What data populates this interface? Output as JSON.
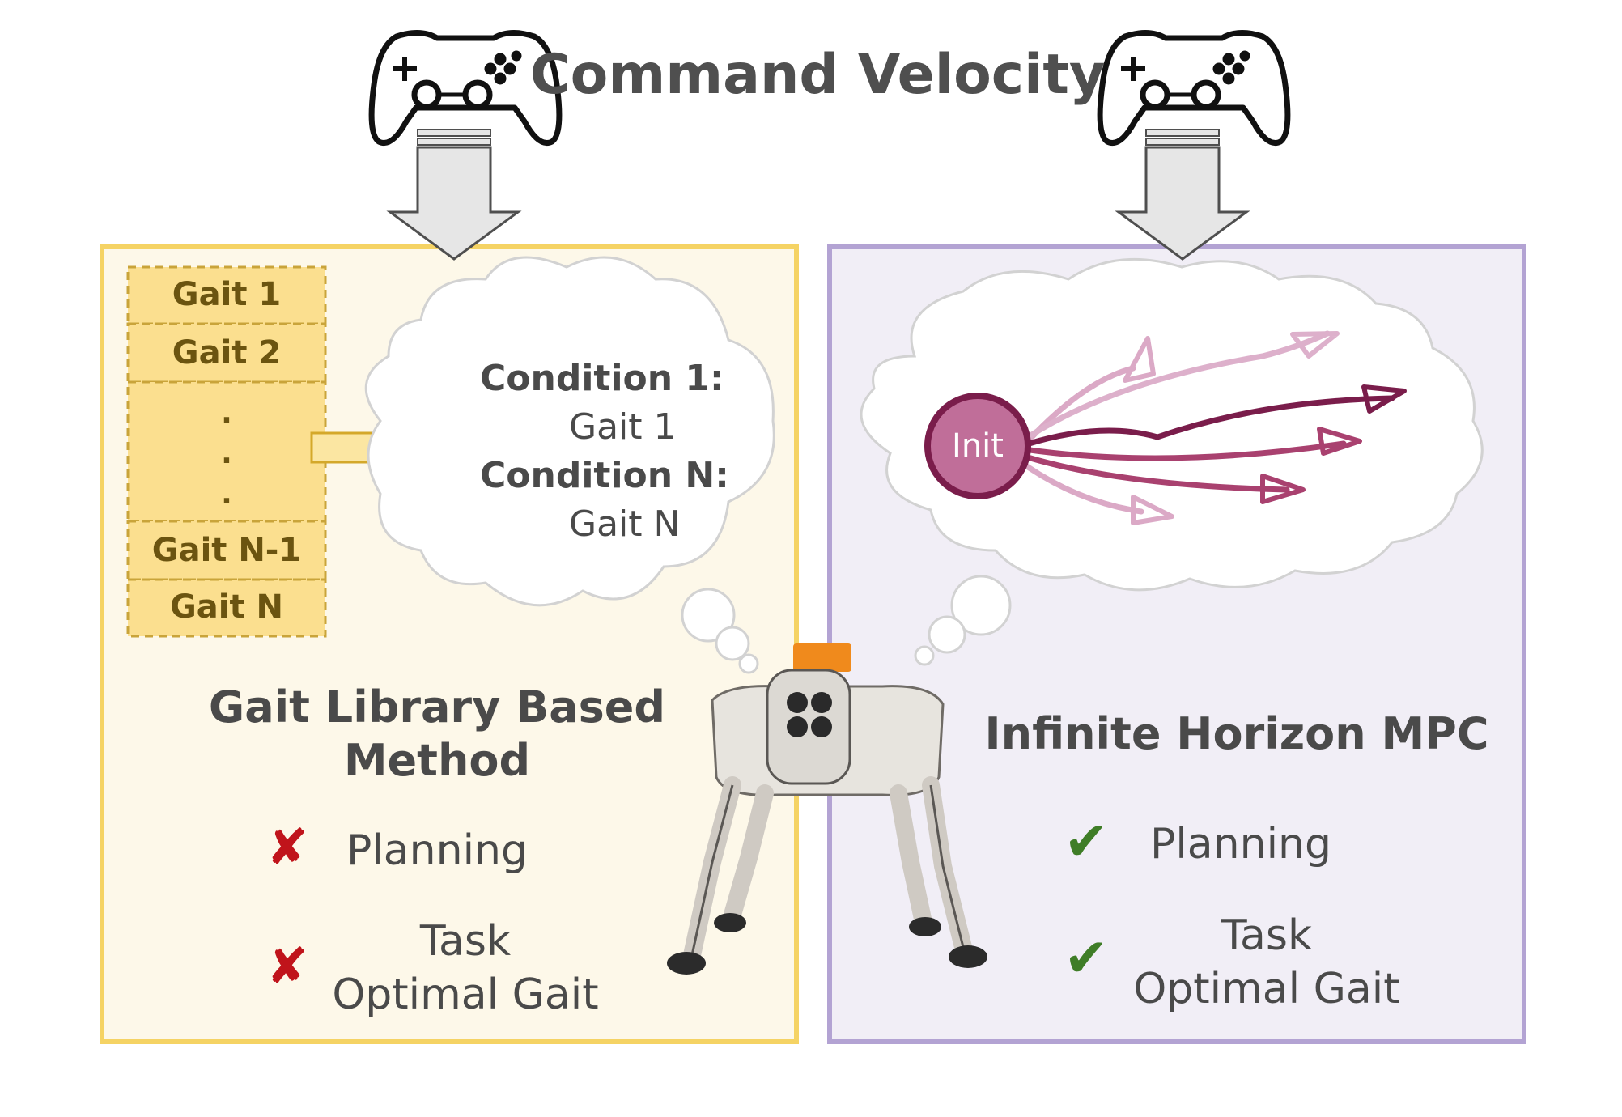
{
  "title": "Command Velocity",
  "left_panel": {
    "gait_library": [
      "Gait 1",
      "Gait 2",
      ".",
      ".",
      ".",
      "Gait N-1",
      "Gait N"
    ],
    "cloud": {
      "condition_1": "Condition 1:",
      "gait_1": "Gait 1",
      "condition_n": "Condition N:",
      "gait_n": "Gait N"
    },
    "method_title_line1": "Gait Library Based",
    "method_title_line2": "Method",
    "planning_label": "Planning",
    "task_line1": "Task",
    "task_line2": "Optimal Gait",
    "mark": "✘"
  },
  "right_panel": {
    "init_label": "Init",
    "method_title": "Infinite Horizon MPC",
    "planning_label": "Planning",
    "task_line1": "Task",
    "task_line2": "Optimal Gait",
    "mark": "✔"
  },
  "colors": {
    "left_fill": "#fdf8e9",
    "left_border": "#f5d364",
    "right_fill": "#f1eef6",
    "right_border": "#b3a3d3",
    "gait_fill": "#fbdf8f",
    "gait_text": "#6b5410",
    "cross": "#c0141b",
    "check": "#3f7d27",
    "init_fill": "#c06e99",
    "init_stroke": "#7a1d4b"
  }
}
